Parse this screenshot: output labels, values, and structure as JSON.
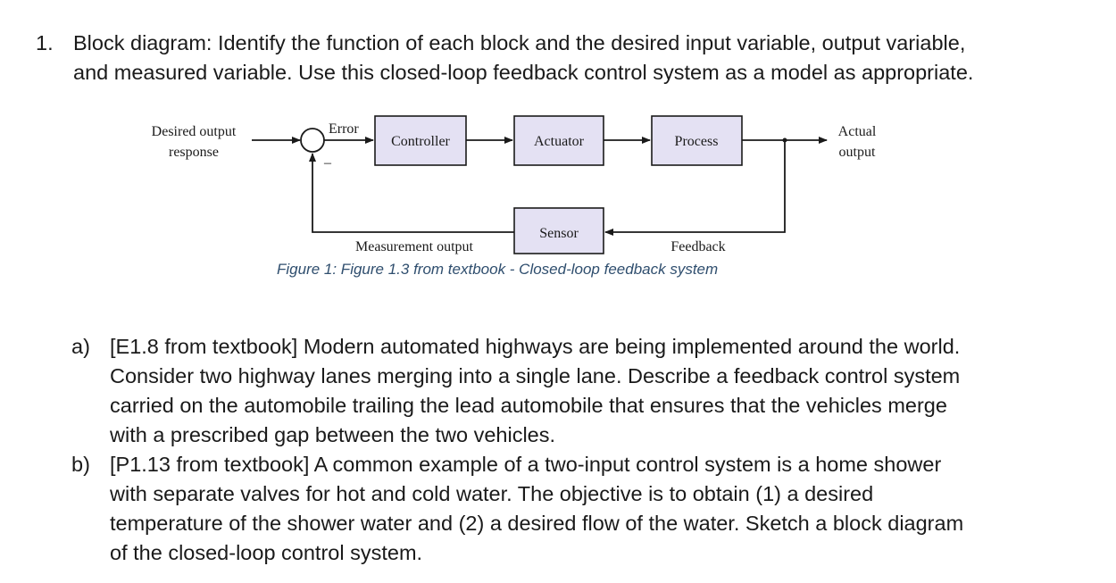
{
  "question": {
    "number": "1.",
    "lines": [
      "Block diagram: Identify the function of each block and the desired input variable, output variable,",
      "and measured variable. Use this closed-loop feedback control system as a model as appropriate."
    ]
  },
  "diagram": {
    "input_label_1": "Desired output",
    "input_label_2": "response",
    "error_label": "Error",
    "minus_sign": "–",
    "blocks": {
      "controller": "Controller",
      "actuator": "Actuator",
      "process": "Process",
      "sensor": "Sensor"
    },
    "output_label_1": "Actual",
    "output_label_2": "output",
    "measurement_label": "Measurement output",
    "feedback_label": "Feedback",
    "colors": {
      "block_fill": "#e4e1f3",
      "line": "#1a1a1a"
    }
  },
  "caption": "Figure 1: Figure 1.3 from textbook - Closed-loop feedback system",
  "parts": [
    {
      "label": "a)",
      "lines": [
        "[E1.8 from textbook] Modern automated highways are being implemented around the world.",
        "Consider two highway lanes merging into a single lane. Describe a feedback control system",
        "carried on the automobile trailing the lead automobile that ensures that the vehicles merge",
        "with a prescribed gap between the two vehicles."
      ]
    },
    {
      "label": "b)",
      "lines": [
        "[P1.13 from textbook] A common example of a two-input control system is a home shower",
        "with separate valves for hot and cold water. The objective is to obtain (1) a desired",
        "temperature of the shower water and (2) a desired flow of the water. Sketch a block diagram",
        "of the closed-loop control system."
      ]
    }
  ]
}
